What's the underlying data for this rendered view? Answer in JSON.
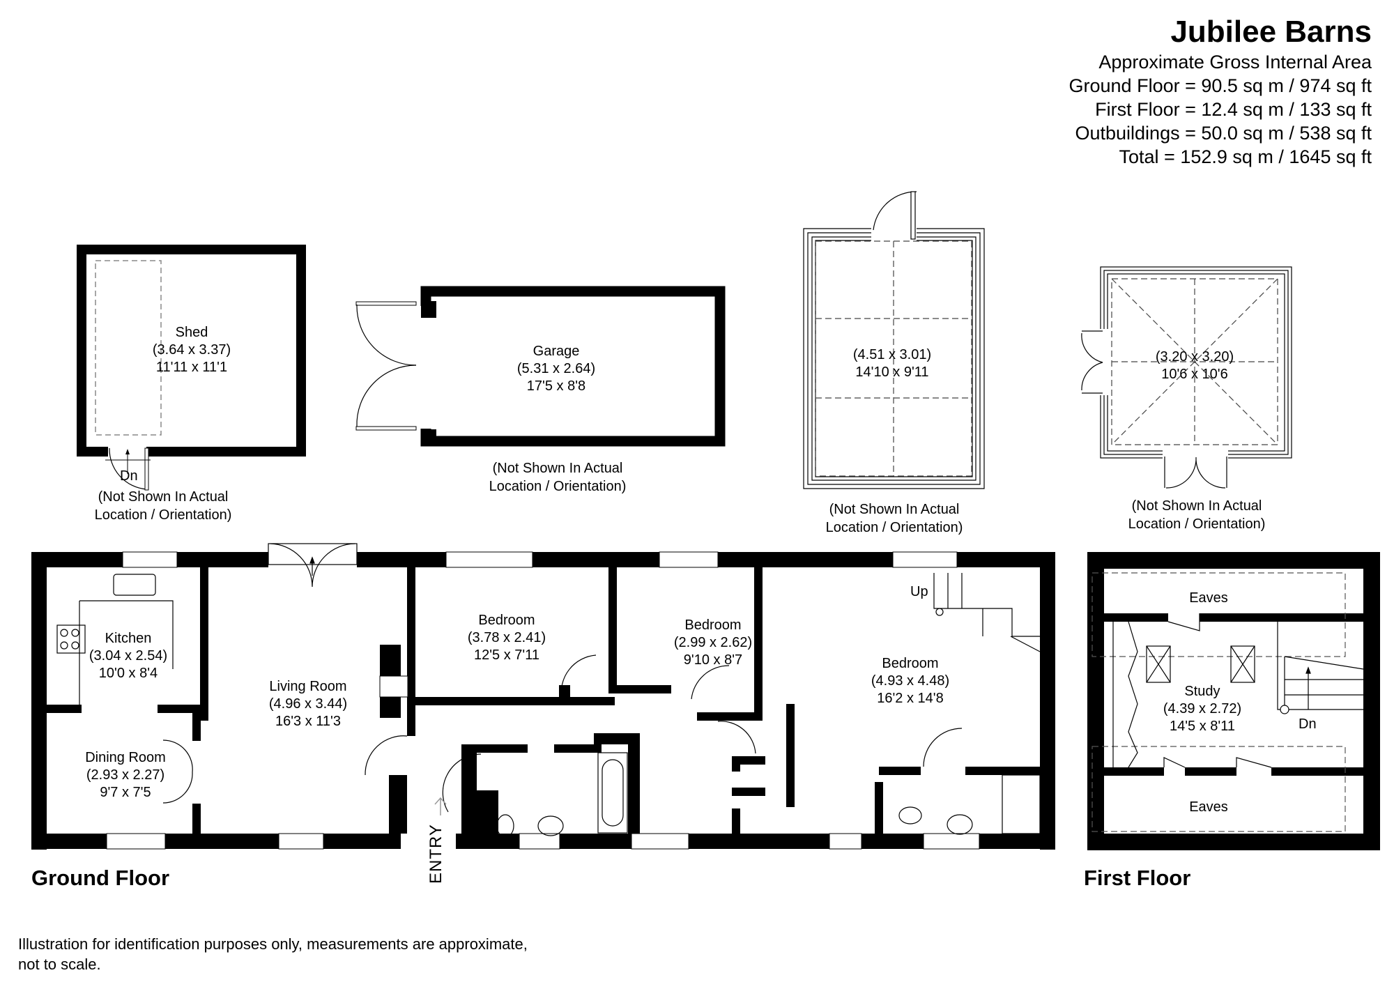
{
  "title": {
    "name": "Jubilee Barns",
    "subtitle": "Approximate Gross Internal Area",
    "areas": [
      "Ground Floor = 90.5 sq m / 974 sq ft",
      "First Floor = 12.4 sq m / 133 sq ft",
      "Outbuildings = 50.0 sq m / 538 sq ft",
      "Total = 152.9 sq m / 1645 sq ft"
    ]
  },
  "outbuildings": {
    "shed": {
      "name": "Shed",
      "metric": "(3.64 x 3.37)",
      "imperial": "11'11 x 11'1",
      "stair_label": "Dn",
      "note_1": "(Not Shown In Actual",
      "note_2": "Location / Orientation)"
    },
    "garage": {
      "name": "Garage",
      "metric": "(5.31 x 2.64)",
      "imperial": "17'5 x 8'8",
      "note_1": "(Not Shown In Actual",
      "note_2": "Location / Orientation)"
    },
    "outbuilding_a": {
      "metric": "(4.51 x 3.01)",
      "imperial": "14'10 x 9'11",
      "note_1": "(Not Shown In Actual",
      "note_2": "Location / Orientation)"
    },
    "outbuilding_b": {
      "metric": "(3.20 x 3.20)",
      "imperial": "10'6 x 10'6",
      "note_1": "(Not Shown In Actual",
      "note_2": "Location / Orientation)"
    }
  },
  "ground_floor": {
    "label": "Ground Floor",
    "entry_label": "ENTRY",
    "rooms": {
      "kitchen": {
        "name": "Kitchen",
        "metric": "(3.04 x 2.54)",
        "imperial": "10'0 x 8'4"
      },
      "dining": {
        "name": "Dining Room",
        "metric": "(2.93 x 2.27)",
        "imperial": "9'7 x 7'5"
      },
      "living": {
        "name": "Living Room",
        "metric": "(4.96 x 3.44)",
        "imperial": "16'3 x 11'3"
      },
      "bedroom_1": {
        "name": "Bedroom",
        "metric": "(3.78 x 2.41)",
        "imperial": "12'5 x 7'11"
      },
      "bedroom_2": {
        "name": "Bedroom",
        "metric": "(2.99 x 2.62)",
        "imperial": "9'10 x 8'7"
      },
      "bedroom_3": {
        "name": "Bedroom",
        "metric": "(4.93 x 4.48)",
        "imperial": "16'2 x 14'8",
        "stair_label": "Up"
      }
    }
  },
  "first_floor": {
    "label": "First Floor",
    "rooms": {
      "eaves_top": {
        "name": "Eaves"
      },
      "study": {
        "name": "Study",
        "metric": "(4.39 x 2.72)",
        "imperial": "14'5 x 8'11",
        "stair_label": "Dn"
      },
      "eaves_bottom": {
        "name": "Eaves"
      }
    }
  },
  "footer": {
    "disclaimer_1": "Illustration for identification purposes only, measurements are approximate,",
    "disclaimer_2": "not to scale."
  }
}
